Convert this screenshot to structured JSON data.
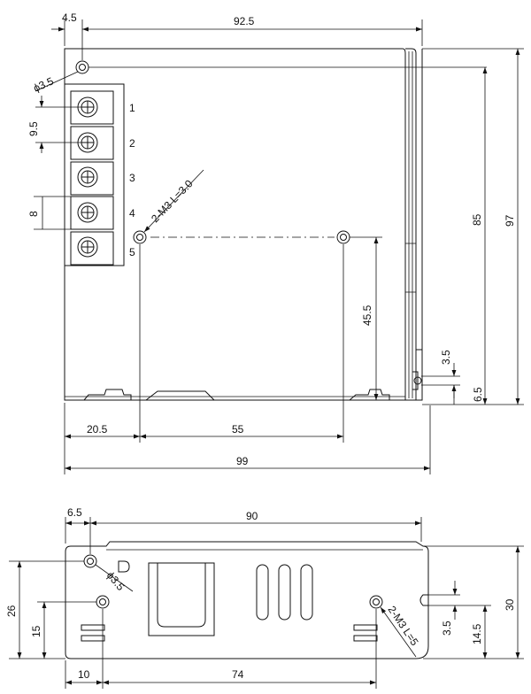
{
  "top_view": {
    "dim_offset_left": "4.5",
    "dim_hole_span": "92.5",
    "dim_hole_dia": "ϕ3.5",
    "dim_terminal_pitch": "9.5",
    "dim_terminal_width": "8",
    "dim_screw_note": "2-M3 L=3.0",
    "dim_height_85": "85",
    "dim_height_97": "97",
    "dim_height_45_5": "45.5",
    "dim_slot_3_5": "3.5",
    "dim_slot_6_5": "6.5",
    "dim_left_20_5": "20.5",
    "dim_mid_55": "55",
    "dim_total_99": "99",
    "terminal_labels": [
      "1",
      "2",
      "3",
      "4",
      "5"
    ]
  },
  "side_view": {
    "dim_offset_6_5": "6.5",
    "dim_width_90": "90",
    "dim_hole_dia": "ϕ3.5",
    "dim_height_26": "26",
    "dim_height_15": "15",
    "dim_screw_note": "2-M3 L=5",
    "dim_slot_3_5": "3.5",
    "dim_height_14_5": "14.5",
    "dim_height_30": "30",
    "dim_left_10": "10",
    "dim_span_74": "74"
  }
}
